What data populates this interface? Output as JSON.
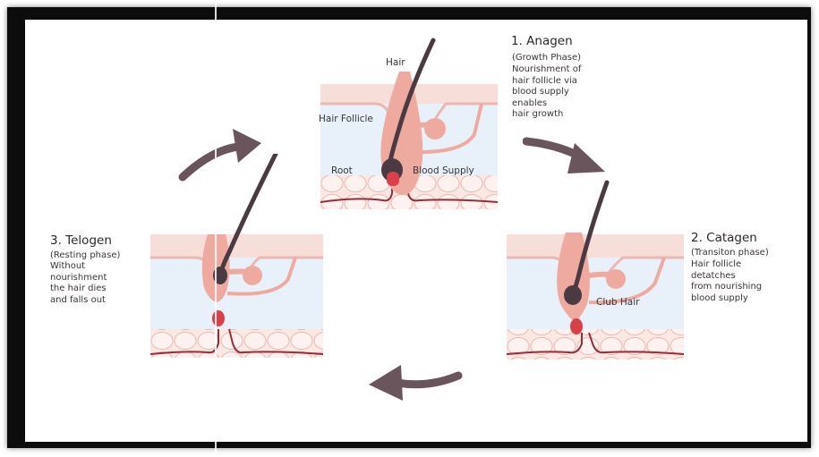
{
  "phases": [
    {
      "title": "1. Anagen",
      "subtitle": "(Growth Phase)",
      "description": [
        "Nourishment of",
        "hair follicle via",
        "blood supply",
        "enables",
        "hair growth"
      ],
      "labels": {
        "hair": "Hair",
        "follicle": "Hair Follicle",
        "root": "Root",
        "blood": "Blood Supply"
      }
    },
    {
      "title": "2. Catagen",
      "subtitle": "(Transiton phase)",
      "description": [
        "Hair follicle",
        "detatches",
        "from nourishing",
        "blood supply"
      ],
      "labels": {
        "club": "Club Hair"
      }
    },
    {
      "title": "3. Telogen",
      "subtitle": "(Resting phase)",
      "description": [
        "Without",
        "nourishment",
        "the hair dies",
        "and falls out"
      ]
    }
  ],
  "colors": {
    "hair": "#4a3b42",
    "follicle": "#efaaa0",
    "skin_top": "#f8ded8",
    "dermis": "#e8f1fa",
    "blood": "#d9414a",
    "arrow": "#6b555c",
    "vessel": "#9c2a38"
  }
}
